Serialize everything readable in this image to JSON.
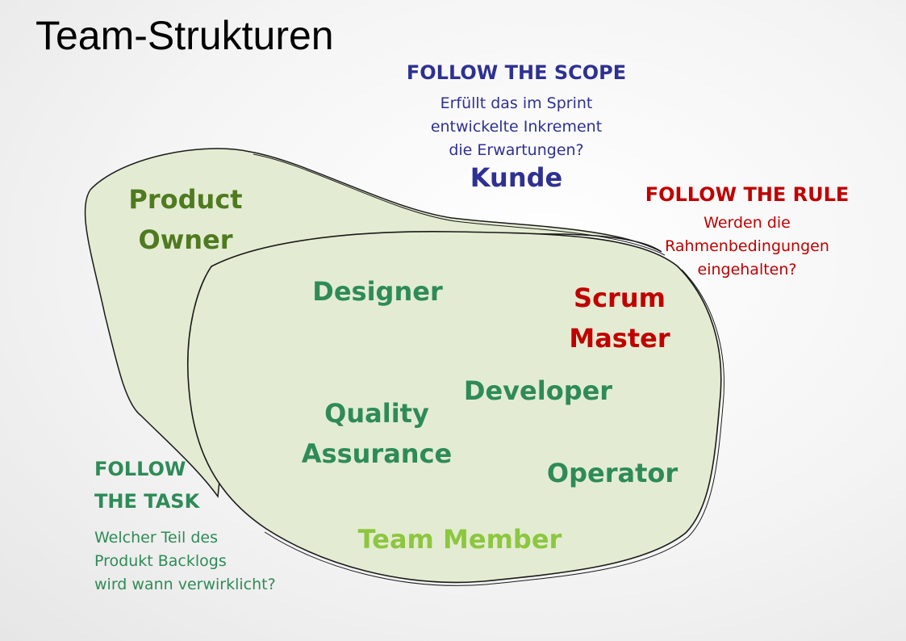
{
  "title": "Team-Strukturen",
  "scope": {
    "heading": "FOLLOW THE SCOPE",
    "description": "Erfüllt das im Sprint\nentwickelte Inkrement\ndie Erwartungen?",
    "role": "Kunde"
  },
  "rule": {
    "heading": "FOLLOW THE RULE",
    "description": "Werden die\nRahmenbedingungen\neingehalten?"
  },
  "task": {
    "heading": "FOLLOW\nTHE TASK",
    "description": "Welcher Teil des\n Produkt Backlogs\nwird wann verwirklicht?"
  },
  "roles": {
    "product_owner": "Product\nOwner",
    "designer": "Designer",
    "scrum_master": "Scrum\nMaster",
    "developer": "Developer",
    "quality_assurance": "Quality\nAssurance",
    "operator": "Operator",
    "team_member": "Team Member"
  },
  "colors": {
    "title": "#000000",
    "scope": "#2e3192",
    "rule": "#c00000",
    "product_owner": "#4f7a20",
    "team_roles": "#2e8b57",
    "team_member": "#8dc63f",
    "blob_fill": "#e3ecd2",
    "blob_stroke": "#1a1a1a"
  }
}
